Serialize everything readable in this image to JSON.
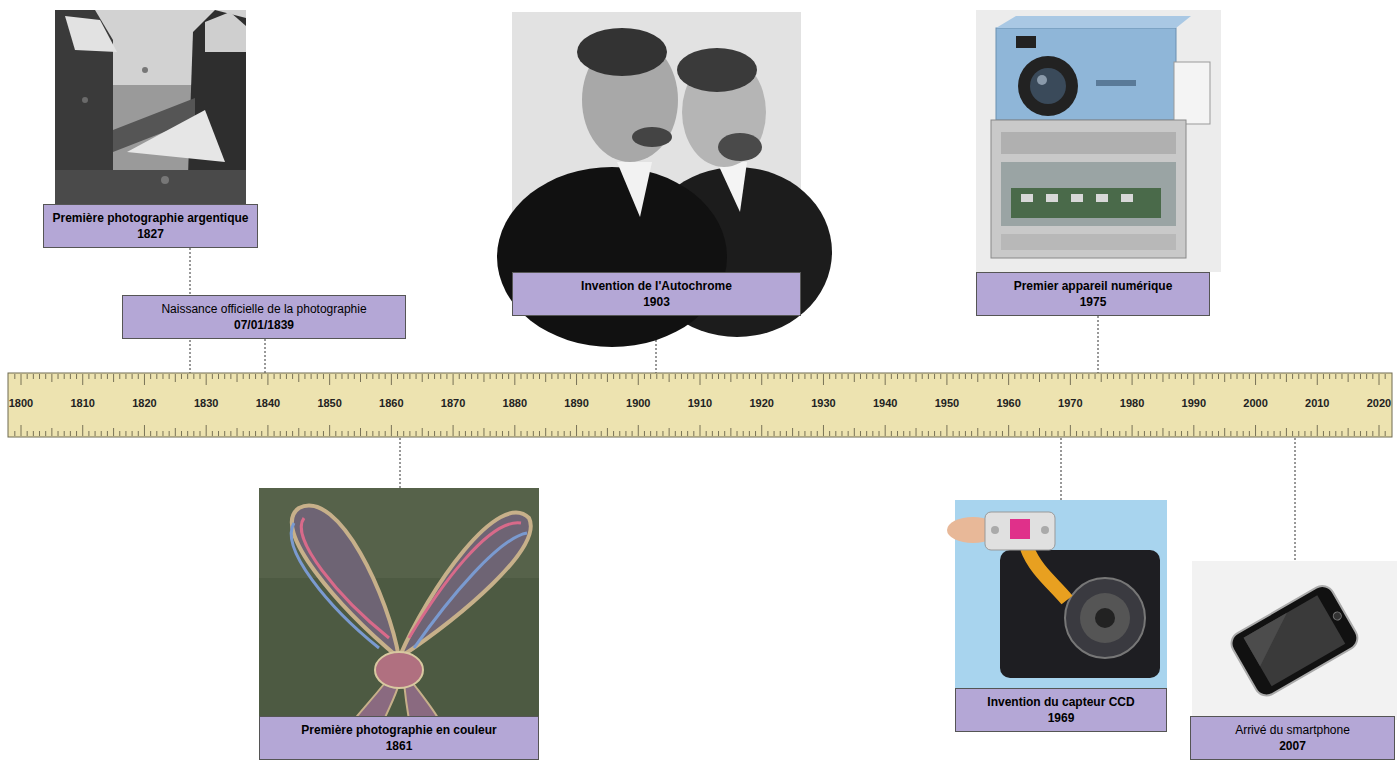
{
  "diagram": {
    "nodes": [
      {
        "text": [
          "Première photographie argentique",
          "1827"
        ]
      },
      {
        "text": [
          "Naissance officielle de la photographie",
          "07/01/1839"
        ]
      },
      {
        "text": [
          "Invention de l'Autochrome",
          "1903"
        ]
      },
      {
        "text": [
          "Premier appareil numérique",
          "1975"
        ]
      },
      {
        "text": [
          "1800",
          "1810",
          "1820",
          "1830",
          "1840",
          "1850",
          "1860",
          "1870",
          "1880",
          "1890",
          "1900",
          "1910",
          "1920",
          "1930",
          "1940",
          "1950",
          "1960",
          "1970",
          "1980",
          "1990",
          "2000",
          "2010",
          "2020"
        ]
      },
      {
        "text": [
          "Première photographie en couleur",
          "1861"
        ]
      },
      {
        "text": [
          "Invention du capteur CCD",
          "1969"
        ]
      },
      {
        "text": [
          "Arrivé du smartphone",
          "2007"
        ]
      }
    ],
    "edges": [
      {
        "from": 0,
        "to": 4,
        "arrow": "none"
      },
      {
        "from": 1,
        "to": 4,
        "arrow": "none"
      },
      {
        "from": 2,
        "to": 4,
        "arrow": "none"
      },
      {
        "from": 3,
        "to": 4,
        "arrow": "none"
      },
      {
        "from": 5,
        "to": 4,
        "arrow": "none"
      },
      {
        "from": 6,
        "to": 4,
        "arrow": "none"
      },
      {
        "from": 7,
        "to": 4,
        "arrow": "none"
      }
    ]
  }
}
